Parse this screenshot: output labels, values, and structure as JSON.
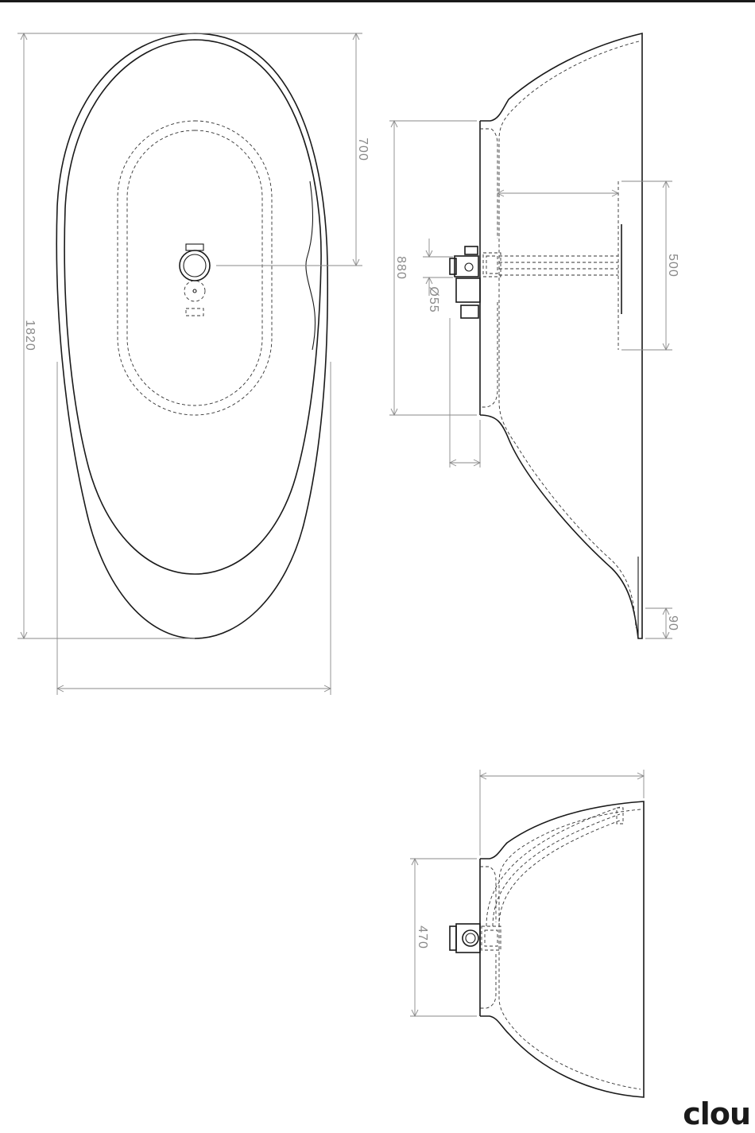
{
  "brand": {
    "logo_text": "clou"
  },
  "dimensions": {
    "length_top_view": "1820",
    "drain_offset": "700",
    "side_height": "880",
    "drain_diameter": "Ø55",
    "overflow_height": "500",
    "foot_height": "90",
    "end_height": "470"
  },
  "colors": {
    "line": "#1a1a1a",
    "dimension": "#8a8a8a",
    "background": "#ffffff"
  }
}
